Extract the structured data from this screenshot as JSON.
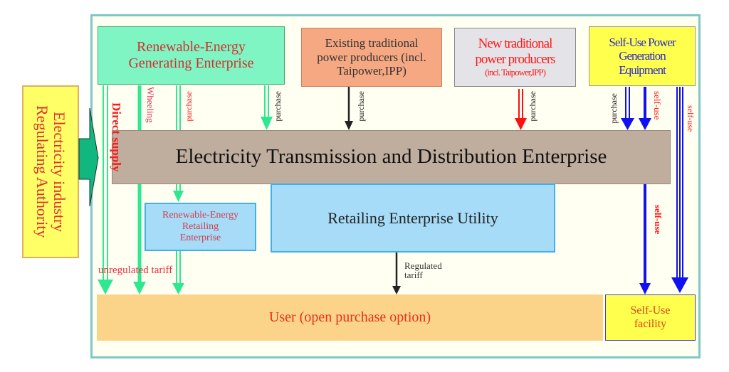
{
  "regulator": {
    "line1": "Electricity industry",
    "line2": "Regulating Authority"
  },
  "boxes": {
    "renewable_generating": {
      "line1": "Renewable-Energy",
      "line2": "Generating Enterprise"
    },
    "existing_traditional": {
      "line1": "Existing traditional",
      "line2": "power producers (incl.",
      "line3": "Taipower,IPP)"
    },
    "new_traditional": {
      "line1": "New traditional",
      "line2": "power producers",
      "line3": "(incl. Taipower,IPP)"
    },
    "self_use_generation": {
      "line1": "Self-Use Power",
      "line2": "Generation",
      "line3": "Equipment"
    },
    "transmission": {
      "label": "Electricity Transmission and Distribution Enterprise"
    },
    "renewable_retailing": {
      "line1": "Renewable-Energy",
      "line2": "Retailing",
      "line3": "Enterprise"
    },
    "retailing_utility": {
      "label": "Retailing Enterprise Utility"
    },
    "user": {
      "label": "User (open purchase option)"
    },
    "self_use_facility": {
      "line1": "Self-Use",
      "line2": "facility"
    }
  },
  "flow_labels": {
    "direct_supply": "Direct supply",
    "wheeling": "Wheeling",
    "purchase_renewable_retail": "purchase",
    "purchase_renewable_grid": "purchase",
    "purchase_existing": "purchase",
    "purchase_new": "purchase",
    "purchase_self_gen": "purchase",
    "self_use_grid": "self-use",
    "self_use_direct": "self-use",
    "self_use_to_facility": "self-use",
    "unregulated_tariff": "unregulated tariff",
    "regulated_tariff_1": "Regulated",
    "regulated_tariff_2": "tariff"
  },
  "colors": {
    "green_flow": "#2ee890",
    "blue_flow": "#1010f0",
    "red_flow": "#ff1010",
    "black_flow": "#222222",
    "regulator_arrow": "#10b880"
  }
}
